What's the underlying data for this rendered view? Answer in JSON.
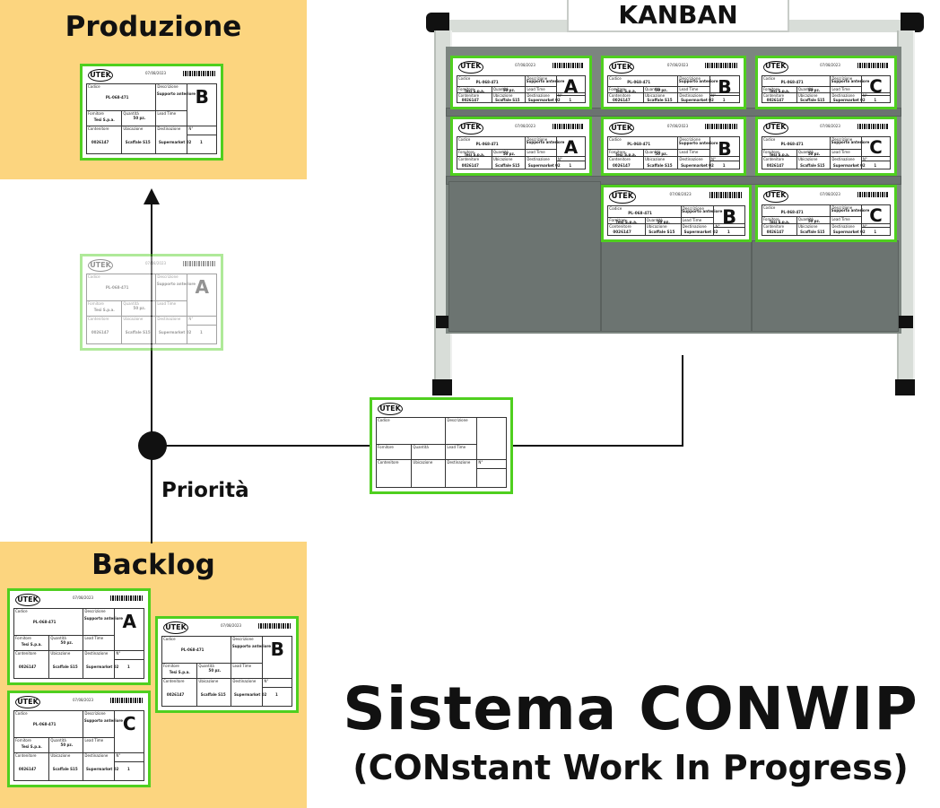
{
  "labels": {
    "produzione": "Produzione",
    "backlog": "Backlog",
    "priorita": "Priorità",
    "kanban": "KANBAN",
    "title": "Sistema CONWIP",
    "subtitle": "(CONstant Work In Progress)"
  },
  "card": {
    "logo": "UTEK",
    "date": "07/08/2023",
    "codice_label": "Codice",
    "codice_value": "PL-068-471",
    "descrizione_label": "Descrizione",
    "descrizione_value": "Supporto anteriore",
    "fornitore_label": "Fornitore",
    "fornitore_value": "Tesi S.p.a.",
    "quantita_label": "Quantità",
    "quantita_value": "50 pz.",
    "leadtime_label": "Lead Time",
    "contenitore_label": "Contenitore",
    "contenitore_value": "0026147",
    "ubicazione_label": "Ubicazione",
    "ubicazione_value": "Scaffale S15",
    "destinazione_label": "Destinazione",
    "destinazione_value": "Supermarket 02",
    "numero_label": "N°",
    "numero_value": "1"
  },
  "colors": {
    "panel": "#fcd57f",
    "card_border": "#4fcf1f",
    "shelf": "#6b7370",
    "post": "#d8ddd8"
  }
}
